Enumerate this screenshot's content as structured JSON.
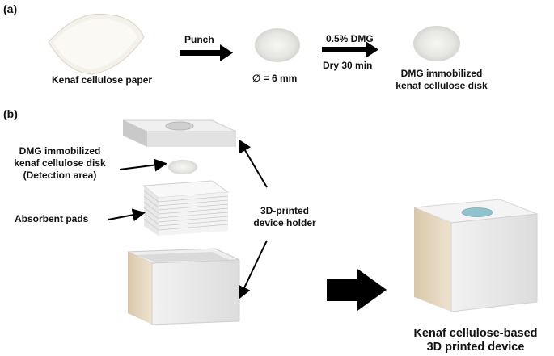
{
  "panel_a": {
    "label": "(a)",
    "paper_label": "Kenaf cellulose paper",
    "step1_label": "Punch",
    "diameter_label": "∅ = 6 mm",
    "step2_label_top": "0.5% DMG",
    "step2_label_bottom": "Dry 30 min",
    "result_label_line1": "DMG immobilized",
    "result_label_line2": "kenaf cellulose disk"
  },
  "panel_b": {
    "label": "(b)",
    "disk_label_line1": "DMG immobilized",
    "disk_label_line2": "kenaf cellulose disk",
    "disk_label_line3": "(Detection area)",
    "pads_label": "Absorbent pads",
    "holder_label_line1": "3D-printed",
    "holder_label_line2": "device holder",
    "device_label_line1": "Kenaf cellulose-based",
    "device_label_line2": "3D printed device"
  },
  "colors": {
    "paper": "#f3f1ea",
    "holder_light": "#f0f0f0",
    "holder_side": "#c9c9c9",
    "holder_edge": "#e8dcc8",
    "detection_spot": "#8fc3cf",
    "arrow": "#000000"
  }
}
